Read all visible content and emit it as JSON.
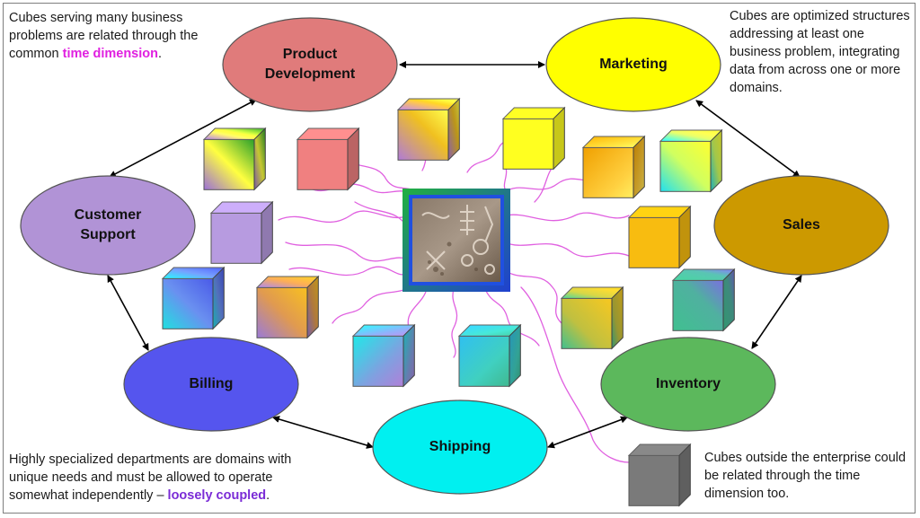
{
  "domains": {
    "product_development": "Product Development",
    "marketing": "Marketing",
    "customer_support": "Customer Support",
    "sales": "Sales",
    "billing": "Billing",
    "inventory": "Inventory",
    "shipping": "Shipping"
  },
  "notes": {
    "top_left": {
      "before": "Cubes serving many business problems are related through the common ",
      "highlight": "time dimension",
      "after": "."
    },
    "top_right": "Cubes are optimized structures addressing at least one business problem, integrating data from across one or more domains.",
    "bottom_left": {
      "before": "Highly specialized departments are domains with unique needs and must be allowed to operate somewhat independently – ",
      "highlight": "loosely coupled",
      "after": "."
    },
    "bottom_right": "Cubes outside the enterprise could be related through the time dimension too."
  },
  "colors": {
    "product_development": "#e07b7b",
    "marketing": "#ffff00",
    "customer_support": "#b193d6",
    "sales": "#cc9900",
    "billing": "#5555ee",
    "inventory": "#5cb85c",
    "shipping": "#00f0f0",
    "time_lines": "#e060e0",
    "outside_cube": "#7a7a7a"
  },
  "center_image": "petroglyph-image"
}
